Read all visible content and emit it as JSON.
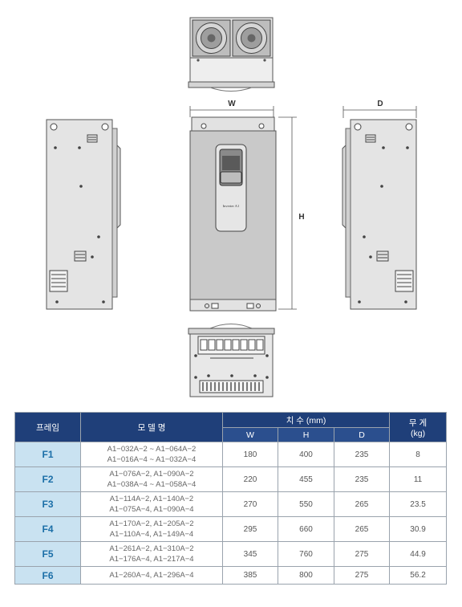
{
  "diagram": {
    "dim_w": "W",
    "dim_h": "H",
    "dim_d": "D",
    "keypad_brand": "Inverter A1"
  },
  "table": {
    "headers": {
      "frame": "프레임",
      "model": "모 델 명",
      "dimensions": "치  수 (mm)",
      "w": "W",
      "h": "H",
      "d": "D",
      "weight": "무   게",
      "weight_unit": "(kg)"
    },
    "rows": [
      {
        "frame": "F1",
        "model1": "A1−032A−2 ~ A1−064A−2",
        "model2": "A1−016A−4 ~ A1−032A−4",
        "w": "180",
        "h": "400",
        "d": "235",
        "kg": "8"
      },
      {
        "frame": "F2",
        "model1": "A1−076A−2,   A1−090A−2",
        "model2": "A1−038A−4 ~ A1−058A−4",
        "w": "220",
        "h": "455",
        "d": "235",
        "kg": "11"
      },
      {
        "frame": "F3",
        "model1": "A1−114A−2,   A1−140A−2",
        "model2": "A1−075A−4,   A1−090A−4",
        "w": "270",
        "h": "550",
        "d": "265",
        "kg": "23.5"
      },
      {
        "frame": "F4",
        "model1": "A1−170A−2,   A1−205A−2",
        "model2": "A1−110A−4,   A1−149A−4",
        "w": "295",
        "h": "660",
        "d": "265",
        "kg": "30.9"
      },
      {
        "frame": "F5",
        "model1": "A1−261A−2,   A1−310A−2",
        "model2": "A1−176A−4,   A1−217A−4",
        "w": "345",
        "h": "760",
        "d": "275",
        "kg": "44.9"
      },
      {
        "frame": "F6",
        "model1": "A1−260A−4,   A1−296A−4",
        "model2": "",
        "w": "385",
        "h": "800",
        "d": "275",
        "kg": "56.2"
      }
    ]
  }
}
